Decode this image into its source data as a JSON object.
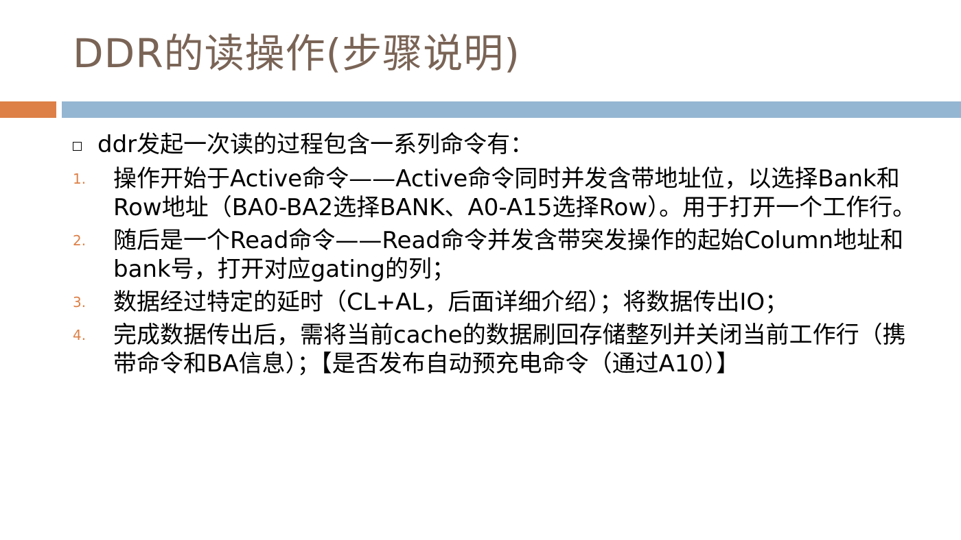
{
  "slide": {
    "title": "DDR的读操作(步骤说明)",
    "intro": "ddr发起一次读的过程包含一系列命令有：",
    "items": [
      {
        "num": "1.",
        "text": "操作开始于Active命令——Active命令同时并发含带地址位，以选择Bank和Row地址（BA0-BA2选择BANK、A0-A15选择Row）。用于打开一个工作行。"
      },
      {
        "num": "2.",
        "text": "随后是一个Read命令——Read命令并发含带突发操作的起始Column地址和bank号，打开对应gating的列；"
      },
      {
        "num": "3.",
        "text": "数据经过特定的延时（CL+AL，后面详细介绍）；将数据传出IO；"
      },
      {
        "num": "4.",
        "text": "完成数据传出后，需将当前cache的数据刷回存储整列并关闭当前工作行（携带命令和BA信息）；【是否发布自动预充电命令（通过A10）】"
      }
    ]
  },
  "colors": {
    "title": "#7a6456",
    "accent_orange": "#dd8047",
    "accent_blue": "#94b6d2",
    "text": "#000000"
  }
}
